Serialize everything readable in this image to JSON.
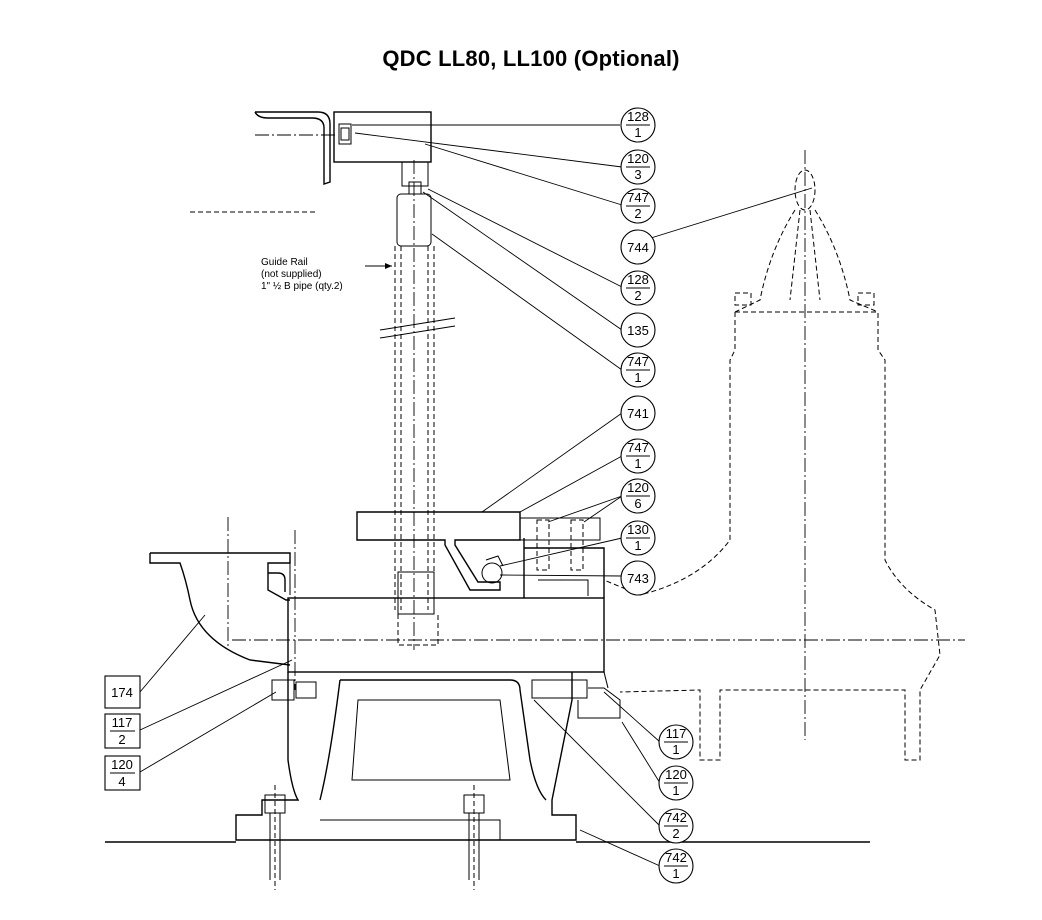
{
  "title": "QDC LL80, LL100 (Optional)",
  "guide_rail_note": [
    "Guide Rail",
    "(not supplied)",
    "1\" ½ B pipe (qty.2)"
  ],
  "callouts": [
    {
      "id": "c-128-1",
      "num": "128",
      "sub": "1",
      "shape": "circle"
    },
    {
      "id": "c-120-3",
      "num": "120",
      "sub": "3",
      "shape": "circle"
    },
    {
      "id": "c-747-2",
      "num": "747",
      "sub": "2",
      "shape": "circle"
    },
    {
      "id": "c-744",
      "num": "744",
      "sub": "",
      "shape": "circle"
    },
    {
      "id": "c-128-2",
      "num": "128",
      "sub": "2",
      "shape": "circle"
    },
    {
      "id": "c-135",
      "num": "135",
      "sub": "",
      "shape": "circle"
    },
    {
      "id": "c-747-1a",
      "num": "747",
      "sub": "1",
      "shape": "circle"
    },
    {
      "id": "c-741",
      "num": "741",
      "sub": "",
      "shape": "circle"
    },
    {
      "id": "c-747-1b",
      "num": "747",
      "sub": "1",
      "shape": "circle"
    },
    {
      "id": "c-120-6",
      "num": "120",
      "sub": "6",
      "shape": "circle"
    },
    {
      "id": "c-130-1",
      "num": "130",
      "sub": "1",
      "shape": "circle"
    },
    {
      "id": "c-743",
      "num": "743",
      "sub": "",
      "shape": "circle"
    },
    {
      "id": "c-117-1",
      "num": "117",
      "sub": "1",
      "shape": "circle"
    },
    {
      "id": "c-120-1",
      "num": "120",
      "sub": "1",
      "shape": "circle"
    },
    {
      "id": "c-742-2",
      "num": "742",
      "sub": "2",
      "shape": "circle"
    },
    {
      "id": "c-742-1",
      "num": "742",
      "sub": "1",
      "shape": "circle"
    },
    {
      "id": "c-174",
      "num": "174",
      "sub": "",
      "shape": "box"
    },
    {
      "id": "c-117-2",
      "num": "117",
      "sub": "2",
      "shape": "box"
    },
    {
      "id": "c-120-4",
      "num": "120",
      "sub": "4",
      "shape": "box"
    }
  ]
}
